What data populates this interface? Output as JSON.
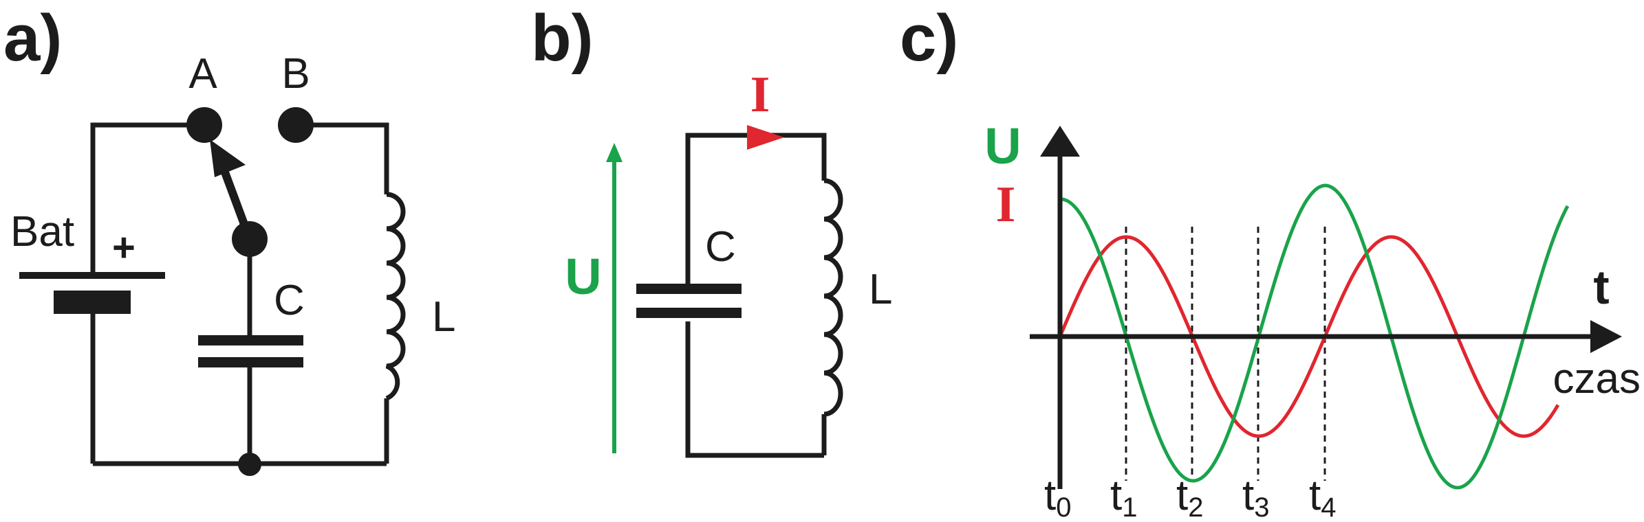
{
  "colors": {
    "ink": "#1c1c1c",
    "voltage": "#1aa34a",
    "current": "#e0262f",
    "background": "#ffffff"
  },
  "panel_a": {
    "label": "a)",
    "switch_a": "A",
    "switch_b": "B",
    "battery": "Bat",
    "plus": "+",
    "capacitor": "C",
    "inductor": "L"
  },
  "panel_b": {
    "label": "b)",
    "current": "I",
    "voltage": "U",
    "capacitor": "C",
    "inductor": "L"
  },
  "panel_c": {
    "label": "c)",
    "y_label_voltage": "U",
    "y_label_current": "I",
    "x_axis_symbol": "t",
    "x_axis_word": "czas",
    "time_marks": [
      {
        "base": "t",
        "sub": "0"
      },
      {
        "base": "t",
        "sub": "1"
      },
      {
        "base": "t",
        "sub": "2"
      },
      {
        "base": "t",
        "sub": "3"
      },
      {
        "base": "t",
        "sub": "4"
      }
    ]
  }
}
